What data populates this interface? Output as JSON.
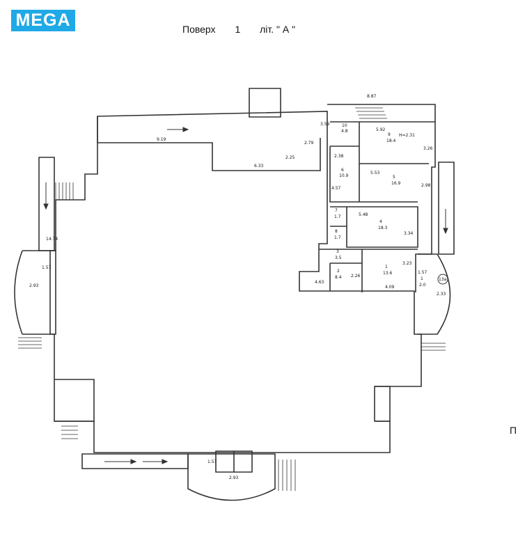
{
  "logo": {
    "text": "MEGA",
    "color": "#1fa9e6"
  },
  "title": {
    "floor_label": "Поверх",
    "floor_number": "1",
    "letter_label": "літ. \" А \""
  },
  "edge_letter": "П",
  "room_labels": [
    {
      "id": "r10",
      "number": "10",
      "area": "4.8"
    },
    {
      "id": "r9",
      "number": "9",
      "area": "18.4",
      "note": "H=2.31"
    },
    {
      "id": "r6",
      "number": "6",
      "area": "10.9"
    },
    {
      "id": "r5",
      "number": "5",
      "area": "16.9"
    },
    {
      "id": "r7",
      "number": "7",
      "area": "1.7"
    },
    {
      "id": "r8",
      "number": "8",
      "area": "1.7"
    },
    {
      "id": "r4",
      "number": "4",
      "area": "18.3"
    },
    {
      "id": "r3",
      "number": "3",
      "area": "3.5"
    },
    {
      "id": "r2",
      "number": "2",
      "area": "8.4"
    },
    {
      "id": "r1",
      "number": "1",
      "area": "13.6"
    },
    {
      "id": "r1b",
      "number": "1",
      "area": "2.0"
    }
  ],
  "dimensions": [
    "9.19",
    "6.33",
    "2.25",
    "2.79",
    "3.59",
    "8.87",
    "5.92",
    "3.26",
    "2.38",
    "5.53",
    "4.57",
    "2.98",
    "5.48",
    "3.34",
    "3.23",
    "4.63",
    "2.26",
    "4.09",
    "1.57",
    "2.93",
    "14.74",
    "1.57",
    "2.33",
    "1.57",
    "2.93"
  ],
  "circle_mark": "13a"
}
